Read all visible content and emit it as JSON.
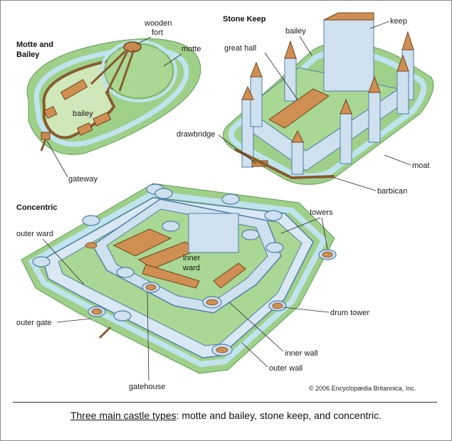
{
  "sections": {
    "motte_and_bailey": {
      "title_line1": "Motte and",
      "title_line2": "Bailey",
      "labels": {
        "wooden_fort_1": "wooden",
        "wooden_fort_2": "fort",
        "motte": "motte",
        "bailey": "bailey",
        "gateway": "gateway"
      }
    },
    "stone_keep": {
      "title": "Stone Keep",
      "labels": {
        "bailey": "bailey",
        "keep": "keep",
        "great_hall": "great hall",
        "drawbridge": "drawbridge",
        "moat": "moat",
        "barbican": "barbican"
      }
    },
    "concentric": {
      "title": "Concentric",
      "labels": {
        "outer_ward": "outer ward",
        "towers": "towers",
        "inner_ward_1": "inner",
        "inner_ward_2": "ward",
        "drum_tower": "drum tower",
        "outer_gate": "outer gate",
        "inner_wall": "inner wall",
        "outer_wall": "outer wall",
        "gatehouse": "gatehouse"
      }
    }
  },
  "copyright": "© 2006 Encyclopædia Britannica, Inc.",
  "caption": {
    "underlined": "Three main castle types",
    "rest": ": motte and baILey, stone keep, and concentric."
  },
  "colors": {
    "grass": "#9fd08a",
    "water": "#bfe4ef",
    "earth": "#c98a4f",
    "stone": "#cfe0ee",
    "stone_edge": "#4f7fa8",
    "roof": "#d08f52",
    "leader": "#2a2a2a"
  }
}
